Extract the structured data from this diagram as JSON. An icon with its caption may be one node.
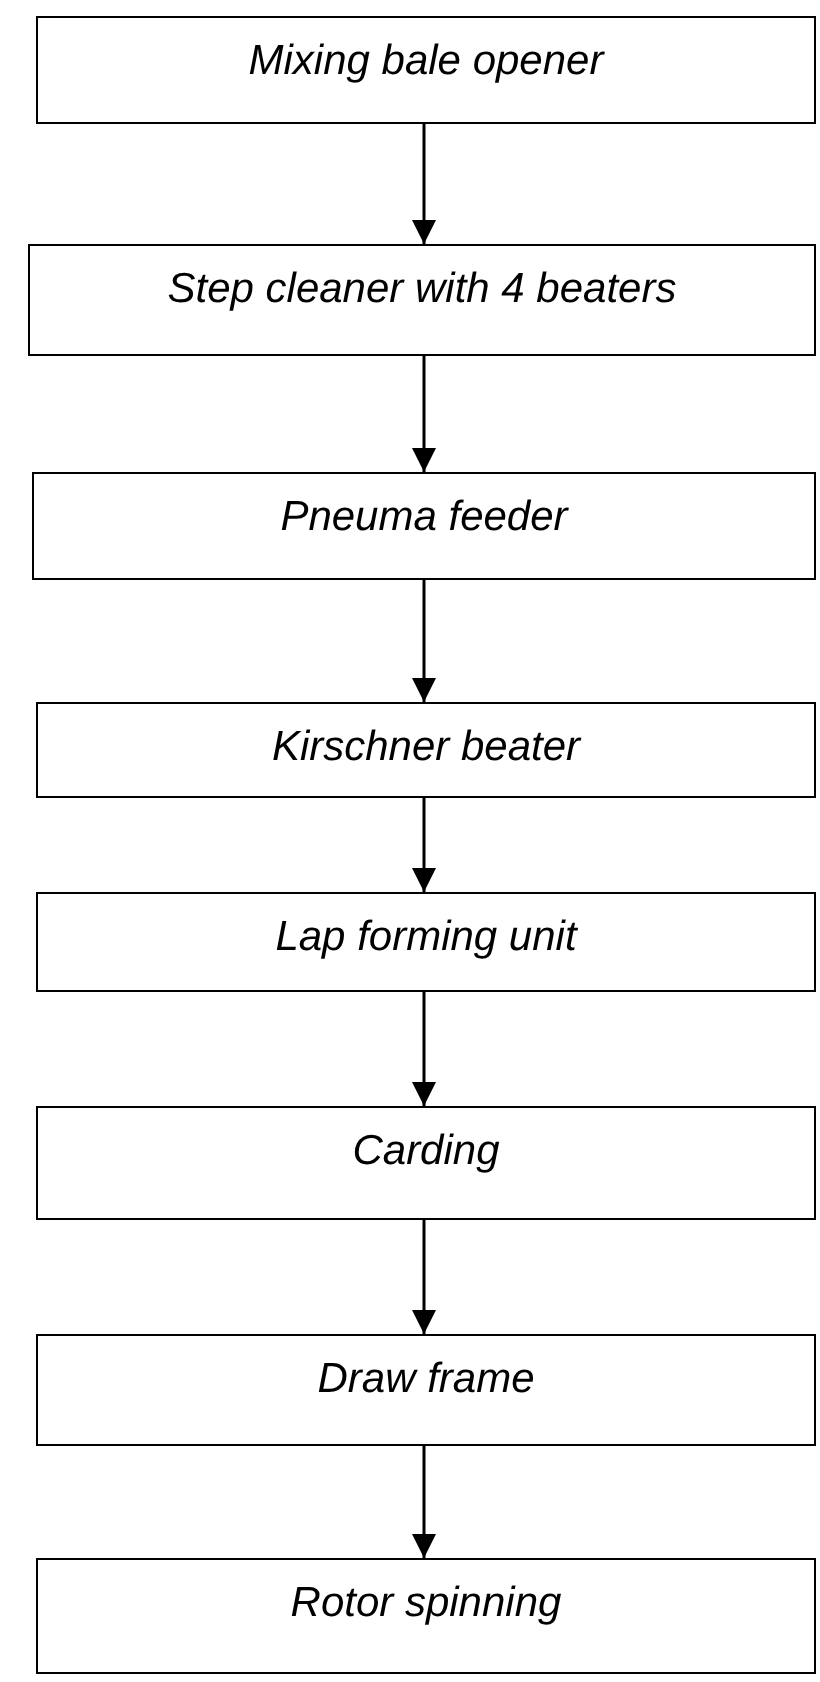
{
  "diagram": {
    "nodes": [
      {
        "text": [
          "Mixing bale opener"
        ]
      },
      {
        "text": [
          "Step cleaner with 4 beaters"
        ]
      },
      {
        "text": [
          "Pneuma feeder"
        ]
      },
      {
        "text": [
          "Kirschner beater"
        ]
      },
      {
        "text": [
          "Lap forming unit"
        ]
      },
      {
        "text": [
          "Carding"
        ]
      },
      {
        "text": [
          "Draw frame"
        ]
      },
      {
        "text": [
          "Rotor spinning"
        ]
      }
    ],
    "edges": [
      {
        "from": 0,
        "to": 1,
        "arrow": "to"
      },
      {
        "from": 1,
        "to": 2,
        "arrow": "to"
      },
      {
        "from": 2,
        "to": 3,
        "arrow": "to"
      },
      {
        "from": 3,
        "to": 4,
        "arrow": "to"
      },
      {
        "from": 4,
        "to": 5,
        "arrow": "to"
      },
      {
        "from": 5,
        "to": 6,
        "arrow": "to"
      },
      {
        "from": 6,
        "to": 7,
        "arrow": "to"
      }
    ]
  }
}
